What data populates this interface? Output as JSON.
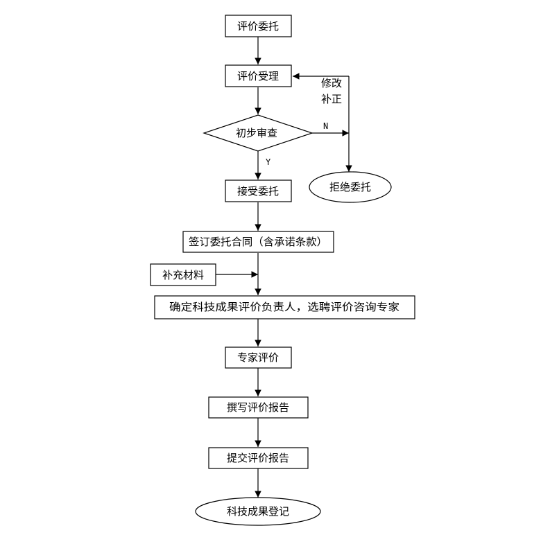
{
  "flowchart": {
    "steps": {
      "commission": "评价委托",
      "acceptance": "评价受理",
      "preliminary_review": "初步审查",
      "accept_commission": "接受委托",
      "sign_contract": "签订委托合同（含承诺条款）",
      "supplement_materials": "补充材料",
      "appoint_experts": "确定科技成果评价负责人，选聘评价咨询专家",
      "expert_evaluation": "专家评价",
      "write_report": "撰写评价报告",
      "submit_report": "提交评价报告",
      "registration": "科技成果登记",
      "reject_commission": "拒绝委托"
    },
    "labels": {
      "no": "N",
      "yes": "Y",
      "revise_line1": "修改",
      "revise_line2": "补正"
    }
  }
}
